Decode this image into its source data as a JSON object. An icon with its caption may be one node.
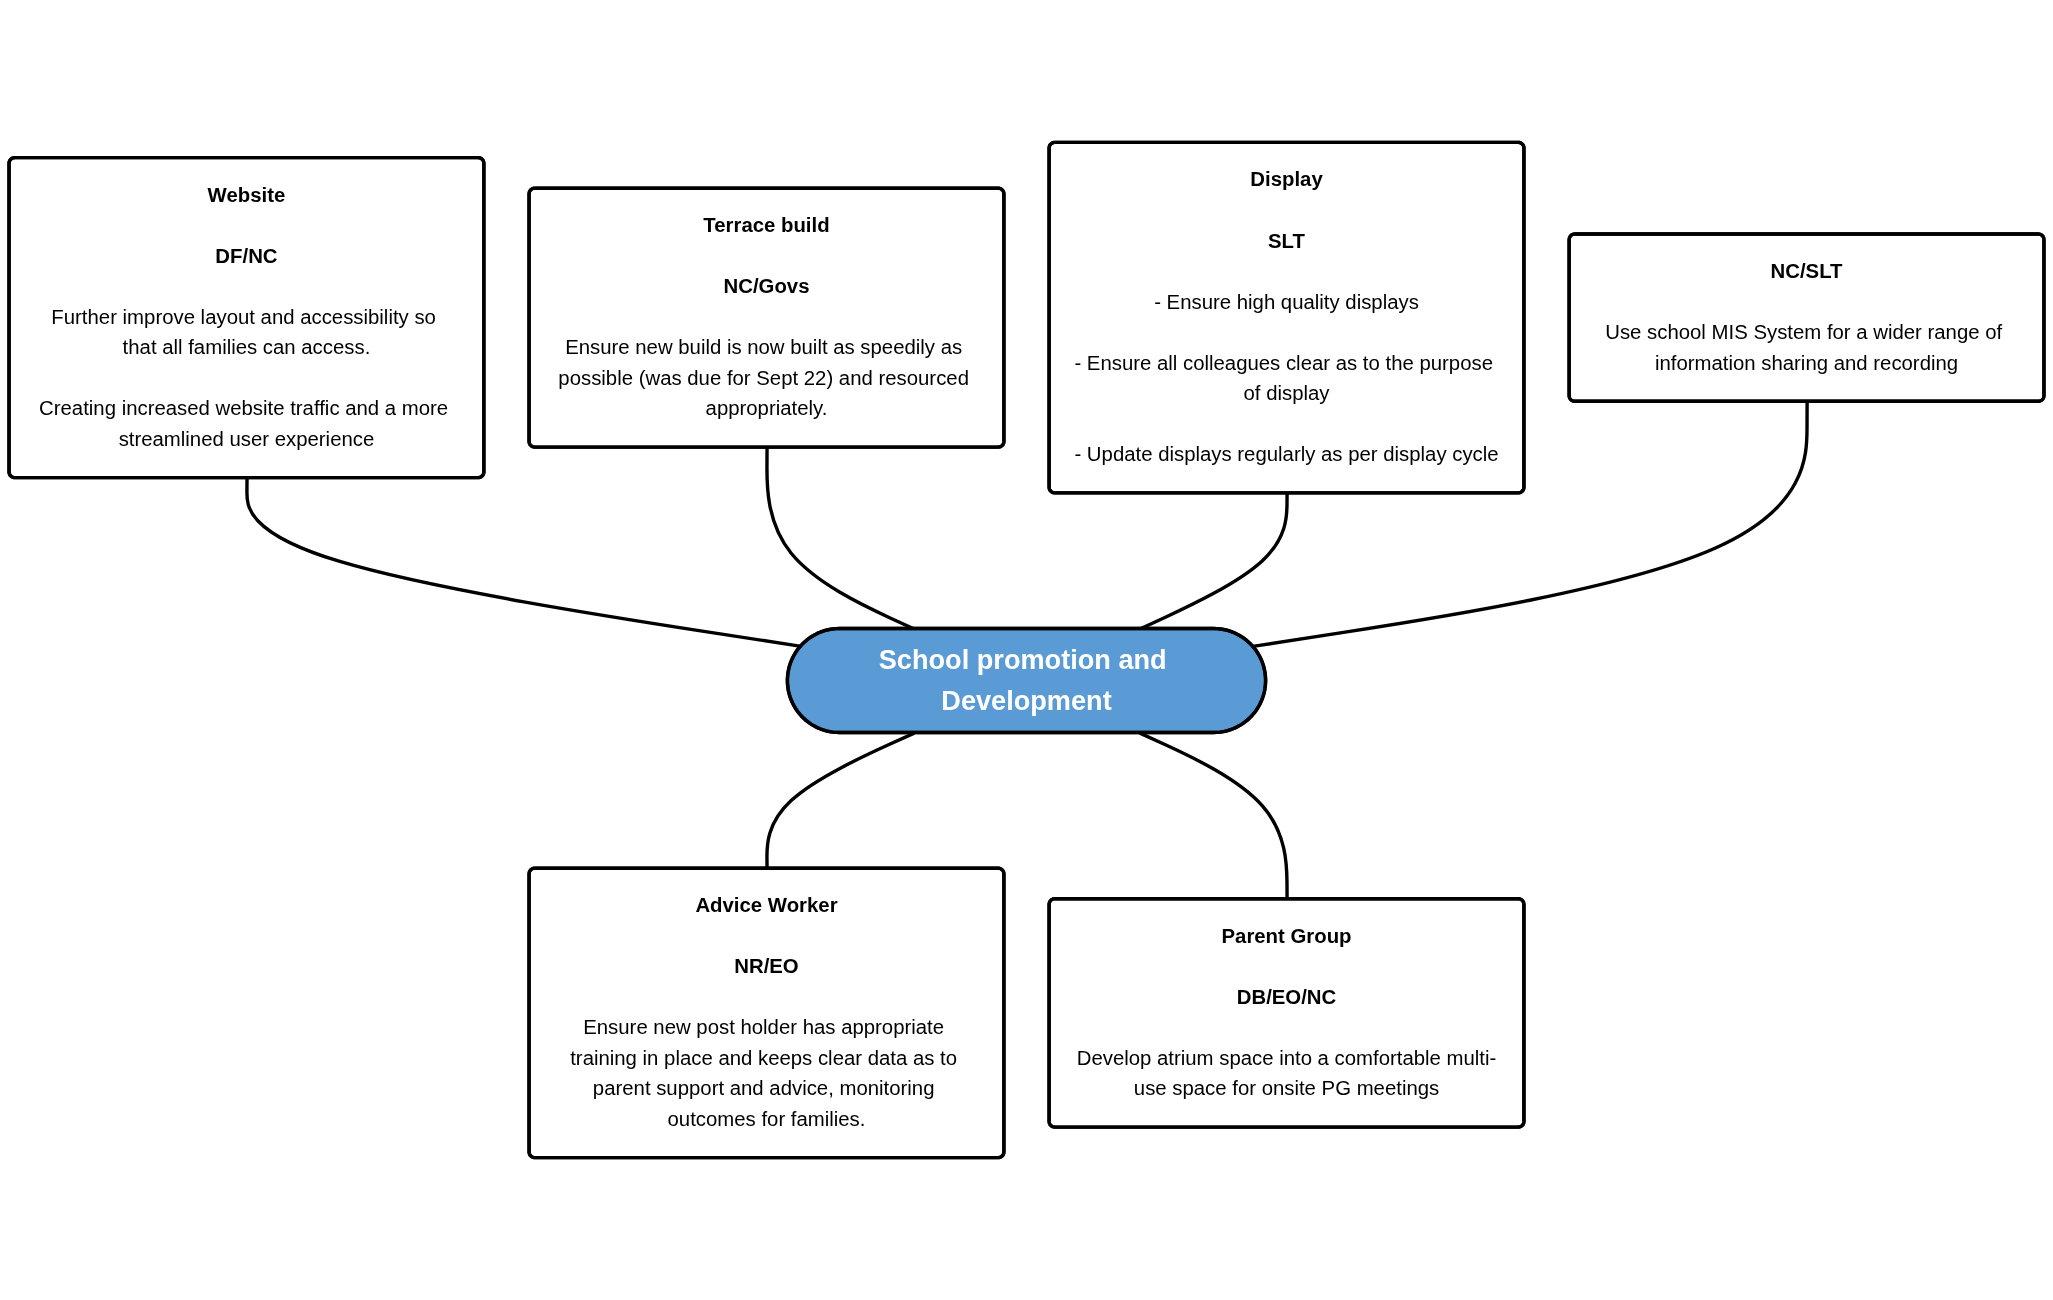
{
  "diagram": {
    "nodes": [
      {
        "text": [
          "Website",
          "DF/NC",
          "Further improve layout and accessibility so that all families can access.",
          "Creating increased website traffic and a more streamlined user experience"
        ]
      },
      {
        "text": [
          "Terrace build",
          "NC/Govs",
          "Ensure new build is now built as speedily as possible (was due for Sept 22) and resourced appropriately."
        ]
      },
      {
        "text": [
          "Display",
          "SLT",
          "- Ensure high quality displays",
          "- Ensure all colleagues clear as to the purpose of display",
          "- Update displays regularly as per display cycle"
        ]
      },
      {
        "text": [
          "NC/SLT",
          "Use school MIS System for a wider range of information sharing and recording"
        ]
      },
      {
        "text": [
          "School promotion and Development"
        ]
      },
      {
        "text": [
          "Advice Worker",
          "NR/EO",
          "Ensure new post holder has appropriate training in place and keeps clear data as to parent support and advice, monitoring outcomes for families."
        ]
      },
      {
        "text": [
          "Parent Group",
          "DB/EO/NC",
          "Develop atrium space into a comfortable multi-use space for onsite PG meetings"
        ]
      }
    ],
    "edges": [
      {
        "from": 0,
        "to": 4,
        "arrow": "none"
      },
      {
        "from": 1,
        "to": 4,
        "arrow": "none"
      },
      {
        "from": 2,
        "to": 4,
        "arrow": "none"
      },
      {
        "from": 3,
        "to": 4,
        "arrow": "none"
      },
      {
        "from": 4,
        "to": 5,
        "arrow": "none"
      },
      {
        "from": 4,
        "to": 6,
        "arrow": "none"
      }
    ]
  }
}
